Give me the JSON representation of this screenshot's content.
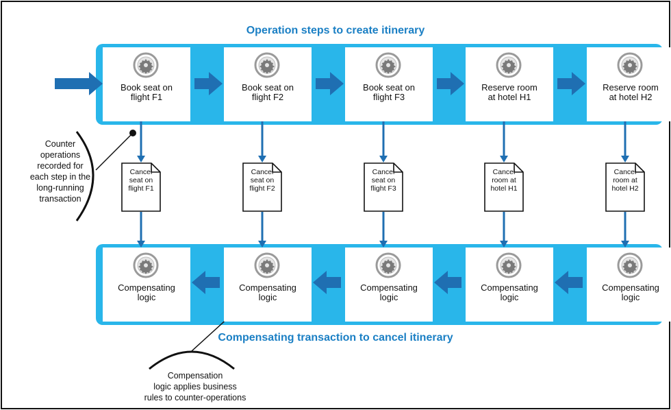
{
  "diagram": {
    "top_title": "Operation steps to create itinerary",
    "bottom_title": "Compensating transaction to cancel itinerary",
    "steps": [
      "Book seat on\nflight F1",
      "Book seat on\nflight F2",
      "Book seat on\nflight F3",
      "Reserve room\nat hotel H1",
      "Reserve room\nat hotel H2"
    ],
    "counter_ops": [
      "Cancel\nseat on\nflight F1",
      "Cancel\nseat on\nflight F2",
      "Cancel\nseat on\nflight F3",
      "Cancel\nroom at\nhotel H1",
      "Cancel\nroom at\nhotel H2"
    ],
    "compensating": [
      "Compensating\nlogic",
      "Compensating\nlogic",
      "Compensating\nlogic",
      "Compensating\nlogic",
      "Compensating\nlogic"
    ],
    "note_counter": "Counter\noperations\nrecorded for\neach step in the\nlong-running\ntransaction",
    "note_compensation": "Compensation\nlogic applies business\nrules to counter-operations",
    "colors": {
      "band": "#29b6ea",
      "arrow_big": "#1f6fb2",
      "arrow_small": "#1f6fb2",
      "title": "#1a7fc4",
      "icon_ring": "#9a9a9a"
    }
  }
}
